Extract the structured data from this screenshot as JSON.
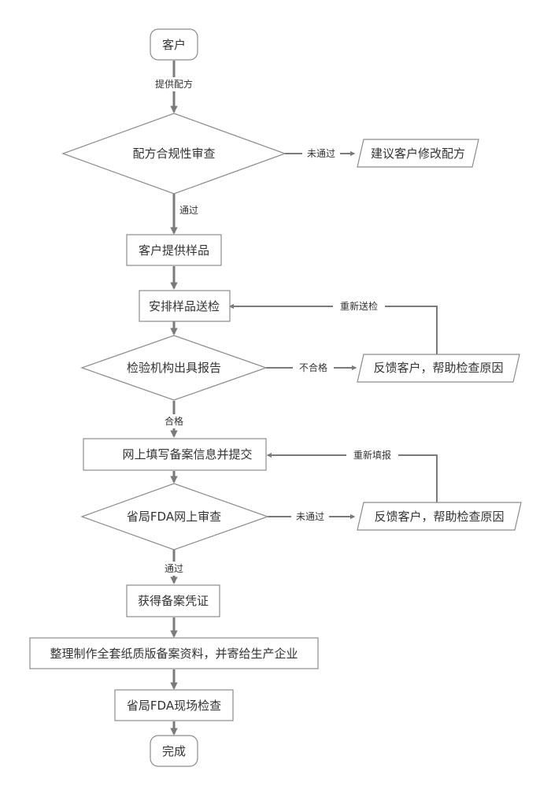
{
  "nodes": {
    "start": "客户",
    "review_formula": "配方合规性审查",
    "suggest_modify": "建议客户修改配方",
    "provide_samples": "客户提供样品",
    "arrange_testing": "安排样品送检",
    "lab_report": "检验机构出具报告",
    "feedback_1": "反馈客户，帮助检查原因",
    "fill_online": "网上填写备案信息并提交",
    "fda_online_review": "省局FDA网上审查",
    "feedback_2": "反馈客户，帮助检查原因",
    "get_certificate": "获得备案凭证",
    "organize_docs": "整理制作全套纸质版备案资料，并寄给生产企业",
    "fda_onsite": "省局FDA现场检查",
    "end": "完成"
  },
  "edges": {
    "provide_formula": "提供配方",
    "not_passed_1": "未通过",
    "passed_1": "通过",
    "resend": "重新送检",
    "unqualified": "不合格",
    "qualified": "合格",
    "refill": "重新填报",
    "not_passed_2": "未通过",
    "passed_2": "通过"
  }
}
